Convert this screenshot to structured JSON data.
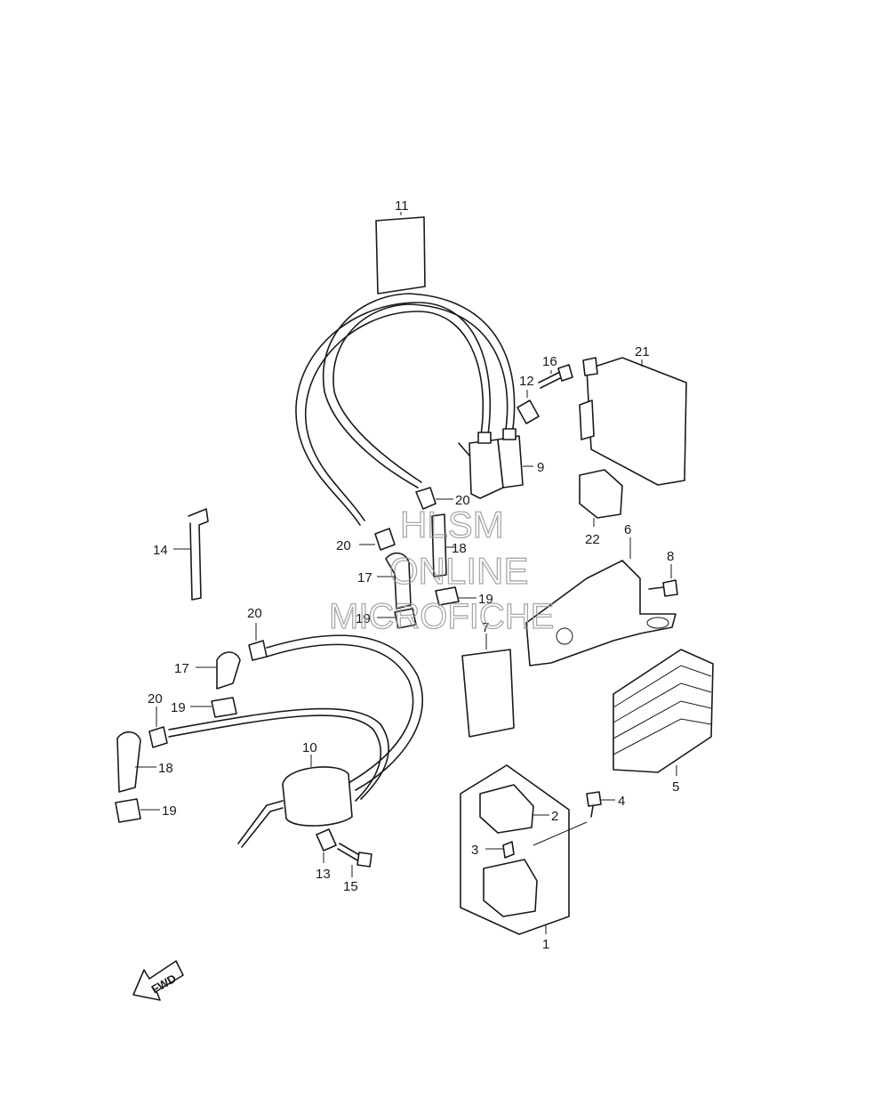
{
  "diagram": {
    "part_labels": [
      "1",
      "2",
      "3",
      "4",
      "5",
      "6",
      "7",
      "8",
      "9",
      "10",
      "11",
      "12",
      "13",
      "14",
      "15",
      "16",
      "17",
      "17",
      "18",
      "18",
      "19",
      "19",
      "19",
      "20",
      "20",
      "20",
      "20",
      "21",
      "22"
    ],
    "labels": {
      "p1": "1",
      "p2": "2",
      "p3": "3",
      "p4": "4",
      "p5": "5",
      "p6": "6",
      "p7": "7",
      "p8": "8",
      "p9": "9",
      "p10": "10",
      "p11": "11",
      "p12": "12",
      "p13": "13",
      "p14": "14",
      "p15": "15",
      "p16": "16",
      "p17a": "17",
      "p17b": "17",
      "p18a": "18",
      "p18b": "18",
      "p19a": "19",
      "p19b": "19",
      "p19c": "19",
      "p20a": "20",
      "p20b": "20",
      "p20c": "20",
      "p20d": "20",
      "p21": "21",
      "p22": "22"
    },
    "direction_marker": "FWD"
  },
  "watermark": {
    "line1": "HLSM",
    "line2": "ONLINE",
    "line3": "MICROFICHE"
  },
  "colors": {
    "line": "#1a1a1a",
    "watermark": "#9a9a9a",
    "background": "#ffffff"
  }
}
